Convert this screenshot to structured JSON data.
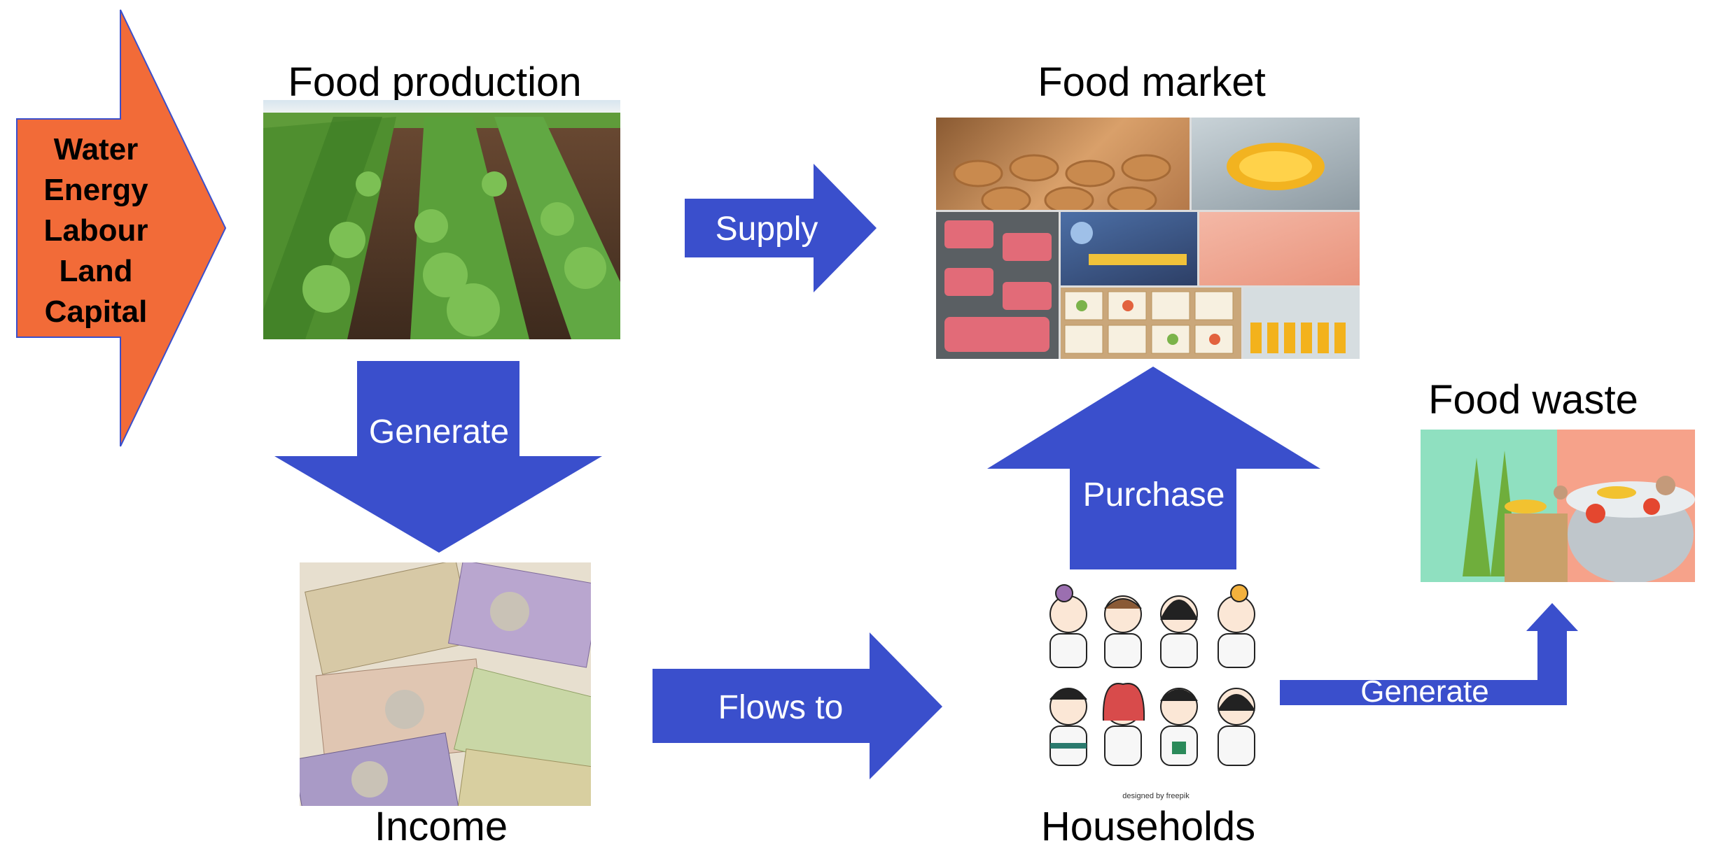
{
  "inputs": {
    "items": [
      "Water",
      "Energy",
      "Labour",
      "Land",
      "Capital"
    ],
    "arrow_color": "#F26B38"
  },
  "nodes": {
    "food_production": "Food production",
    "food_market": "Food market",
    "income": "Income",
    "households": "Households",
    "food_waste": "Food waste"
  },
  "edges": {
    "supply": "Supply",
    "generate_income": "Generate",
    "flows_to": "Flows to",
    "purchase": "Purchase",
    "generate_waste": "Generate"
  },
  "image_credit": "designed by freepik",
  "colors": {
    "arrow_blue": "#3A4FCC",
    "arrow_orange": "#F26B38"
  }
}
